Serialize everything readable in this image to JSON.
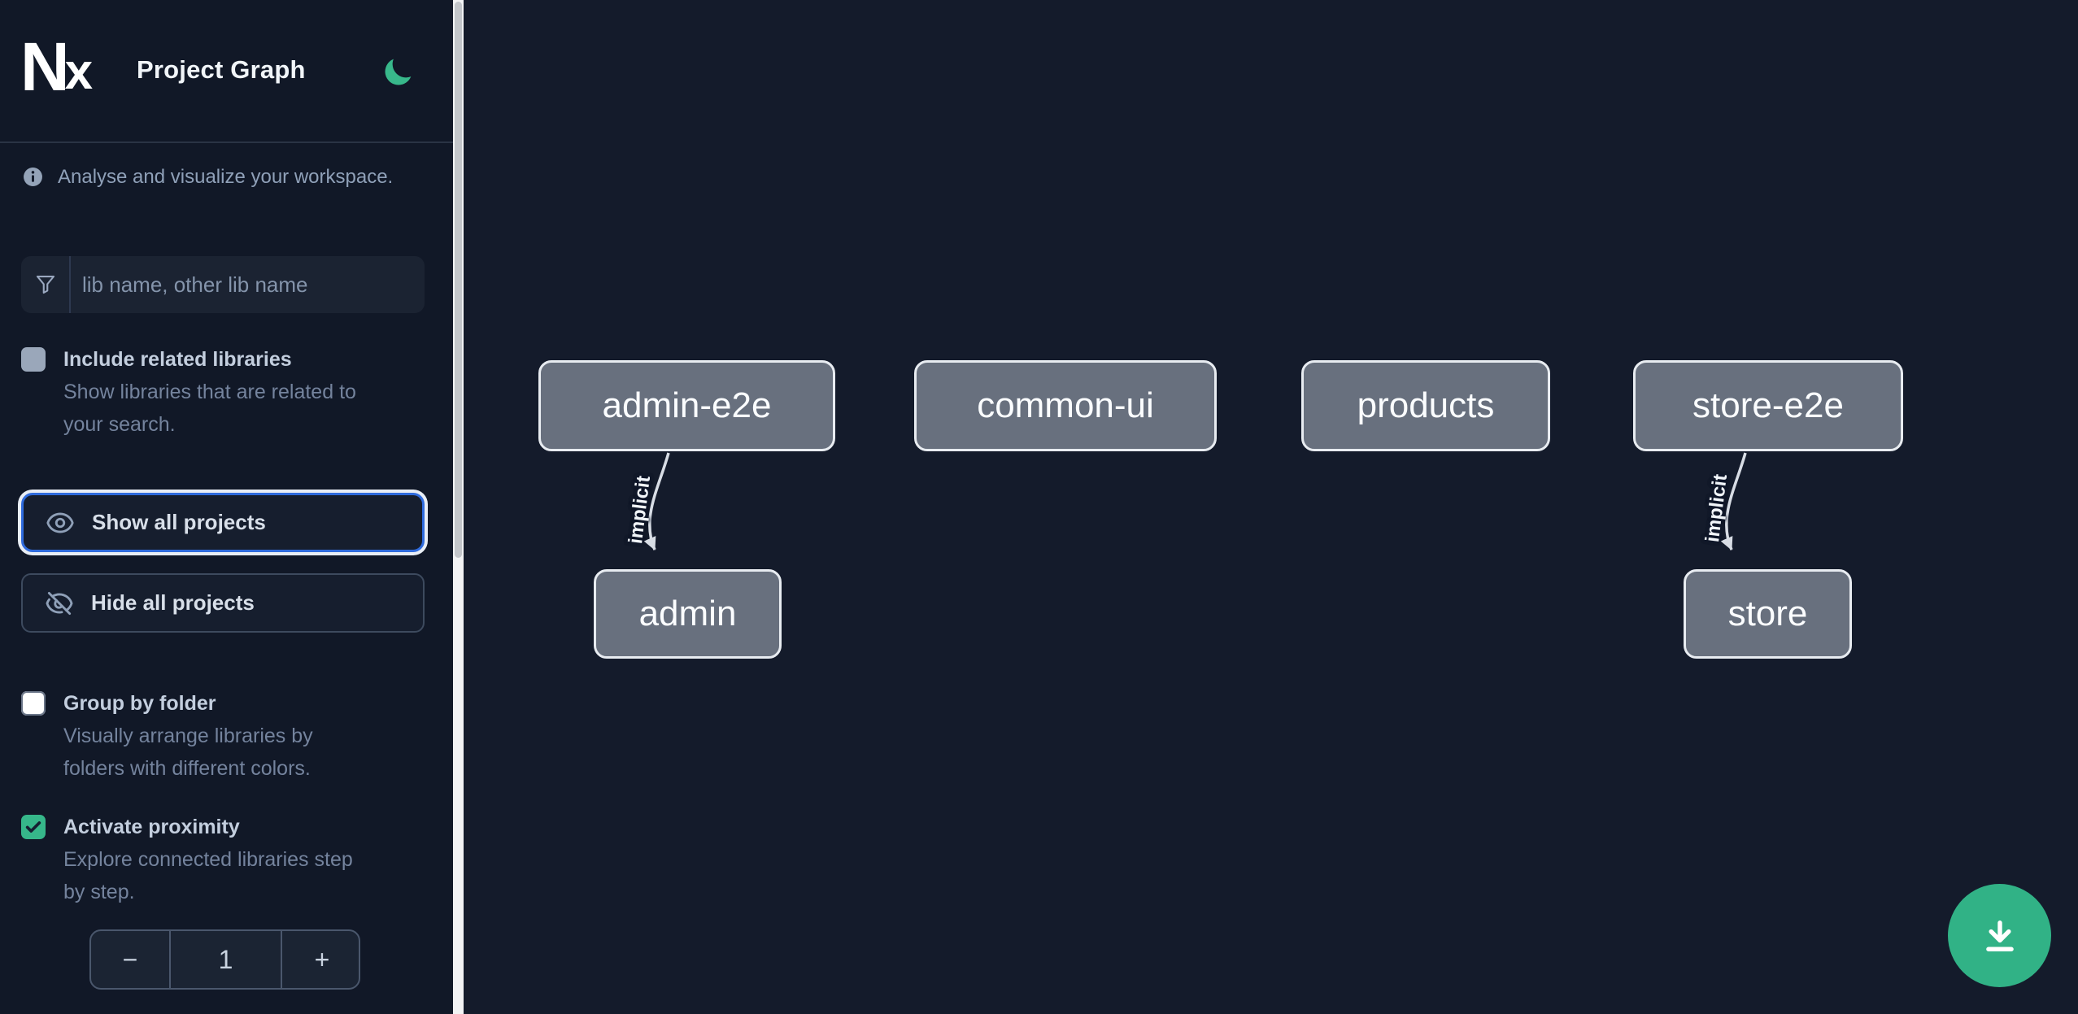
{
  "app": {
    "logo_text": "Nx",
    "title": "Project Graph"
  },
  "intro": {
    "text": "Analyse and visualize your workspace."
  },
  "search": {
    "placeholder": "lib name, other lib name",
    "value": ""
  },
  "filters": {
    "include_related": {
      "label": "Include related libraries",
      "description": "Show libraries that are related to your search.",
      "checked": false
    },
    "group_by_folder": {
      "label": "Group by folder",
      "description": "Visually arrange libraries by folders with different colors.",
      "checked": false
    },
    "activate_proximity": {
      "label": "Activate proximity",
      "description": "Explore connected libraries step by step.",
      "checked": true
    }
  },
  "actions": {
    "show_all_label": "Show all projects",
    "hide_all_label": "Hide all projects"
  },
  "proximity_stepper": {
    "decrement_label": "−",
    "value": "1",
    "increment_label": "+"
  },
  "graph": {
    "nodes": [
      {
        "label": "admin-e2e"
      },
      {
        "label": "common-ui"
      },
      {
        "label": "products"
      },
      {
        "label": "store-e2e"
      },
      {
        "label": "admin"
      },
      {
        "label": "store"
      }
    ],
    "edges": [
      {
        "from": "admin-e2e",
        "to": "admin",
        "label": "implicit"
      },
      {
        "from": "store-e2e",
        "to": "store",
        "label": "implicit"
      }
    ]
  },
  "colors": {
    "accent_blue": "#2f6bdd",
    "accent_green": "#34b789",
    "node_fill": "#68707e",
    "edge": "#d8dde5",
    "sidebar_bg": "#111827",
    "canvas_bg": "#141b2b"
  }
}
